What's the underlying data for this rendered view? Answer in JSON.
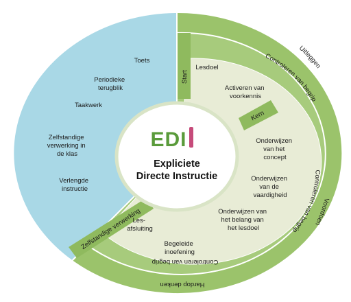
{
  "center": {
    "logo_text": "EDI",
    "title_line1": "Expliciete",
    "title_line2": "Directe Instructie"
  },
  "left_items": [
    "Toets",
    "Periodieke terugblik",
    "Taakwerk",
    "Zelfstandige verwerking in de klas",
    "Verlengde instructie"
  ],
  "right_items": [
    "Lesdoel",
    "Activeren van voorkennis",
    "Onderwijzen van het concept",
    "Onderwijzen van de vaardigheid",
    "Onderwijzen van het belang van het lesdoel",
    "Begeleide inoefening",
    "Les-afsluiting"
  ],
  "stage_labels": {
    "start": "Start",
    "kern": "Kern",
    "zelfstandige_verwerking": "Zelfstandige verwerking"
  },
  "middle_ring": {
    "top": "Controleren van begrip",
    "right": "Controleren van begrip",
    "bottom": "Controleren van begrip"
  },
  "outer_ring": {
    "top": "Uitleggen",
    "right": "Voordoen",
    "bottom": "Hardop denken"
  },
  "colors": {
    "blue": "#a9d8e6",
    "green_outer": "#9bc36b",
    "green_inner": "#e8ecd6",
    "green_line": "#8fba5e"
  }
}
